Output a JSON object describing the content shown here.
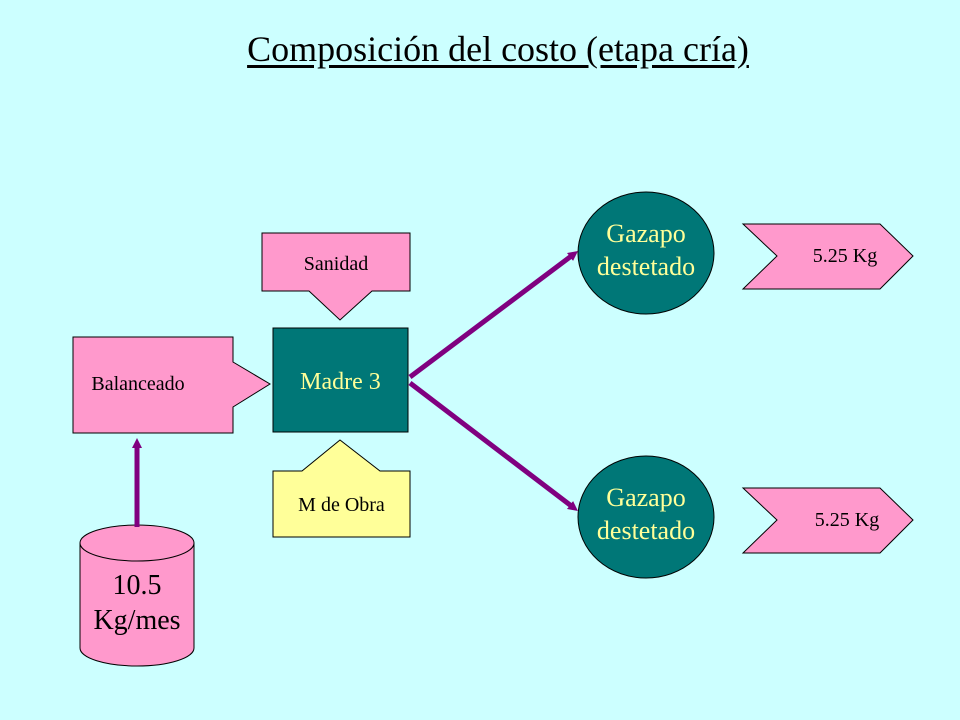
{
  "title": "Composición del costo (etapa cría)",
  "nodes": {
    "sanidad": "Sanidad",
    "madre": "Madre 3",
    "balanceado": "Balanceado",
    "mano_obra": "M de Obra",
    "feed_qty": "10.5",
    "feed_unit": "Kg/mes",
    "gazapo_top_line1": "Gazapo",
    "gazapo_top_line2": "destetado",
    "gazapo_bottom_line1": "Gazapo",
    "gazapo_bottom_line2": "destetado",
    "weight_top": "5.25 Kg",
    "weight_bottom": "5.25 Kg"
  },
  "colors": {
    "background": "#ccffff",
    "pink": "#ff99cc",
    "teal": "#007777",
    "yellow": "#ffff99",
    "arrow": "#800080"
  }
}
